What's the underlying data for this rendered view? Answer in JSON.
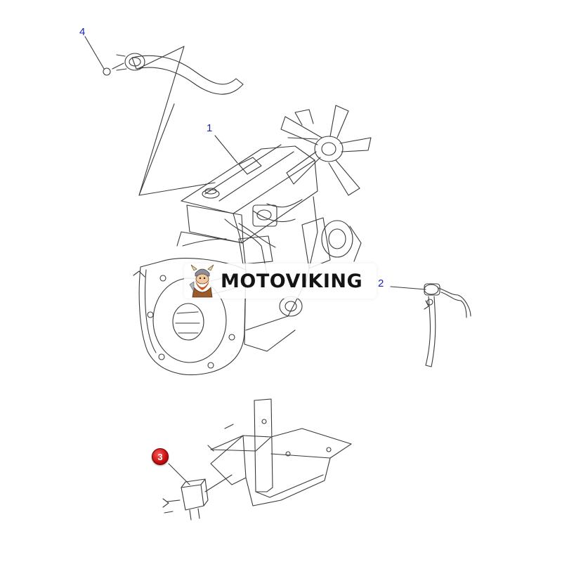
{
  "callouts": {
    "one": "1",
    "two": "2",
    "three": "3",
    "four": "4"
  },
  "watermark": {
    "text": "MOTOVIKING"
  },
  "colors": {
    "callout_text": "#1a24b8",
    "callout_badge": "#c20d0d",
    "line_art": "#3a3a3a"
  },
  "icons": {
    "mascot": "viking-mascot-icon"
  }
}
